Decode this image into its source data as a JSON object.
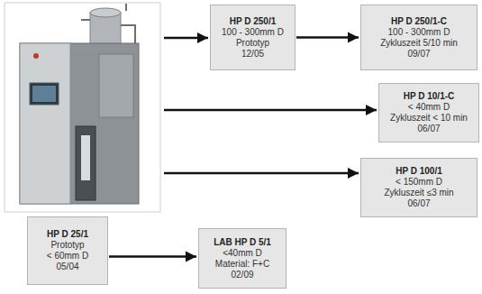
{
  "diagram": {
    "nodes": [
      {
        "text": [
          "HP D 250/1",
          "100 - 300mm D",
          "Prototyp",
          "12/05"
        ]
      },
      {
        "text": [
          "HP D 250/1-C",
          "100 - 300mm D",
          "Zykluszeit 5/10 min",
          "09/07"
        ]
      },
      {
        "text": [
          "HP D 10/1-C",
          "< 40mm D",
          "Zykluszeit < 10 min",
          "06/07"
        ]
      },
      {
        "text": [
          "HP D 100/1",
          "< 150mm D",
          "Zykluszeit ≤3 min",
          "06/07"
        ]
      },
      {
        "text": [
          "HP D 25/1",
          "Prototyp",
          "< 60mm D",
          "05/04"
        ]
      },
      {
        "text": [
          "LAB HP D 5/1",
          "<40mm D",
          "Material: F+C",
          "02/09"
        ]
      }
    ],
    "edges": [
      {
        "from": 0,
        "to": 1,
        "arrow": "to"
      },
      {
        "from": 4,
        "to": 5,
        "arrow": "to"
      }
    ]
  }
}
